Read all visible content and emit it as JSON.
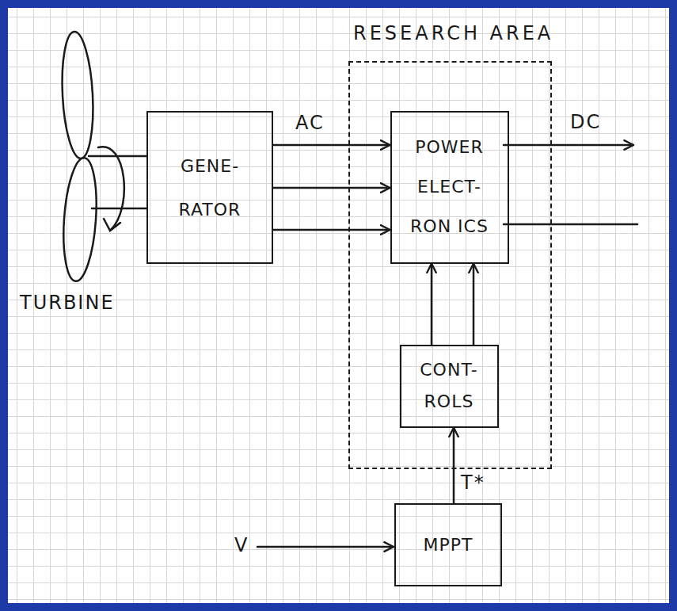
{
  "diagram": {
    "nodes": [
      {
        "text": [
          "GENE- RATOR"
        ]
      },
      {
        "text": [
          "RESEARCH AREA"
        ]
      },
      {
        "text": [
          "POWER ELECT- RON ICS"
        ],
        "in": 1
      },
      {
        "text": [
          "CONT- ROLS"
        ],
        "in": 1
      },
      {
        "text": [
          "MPPT"
        ]
      }
    ],
    "edges": [
      {
        "from": 0,
        "to": 2,
        "arrow": "to",
        "label": "AC"
      },
      {
        "from": 0,
        "to": 2,
        "arrow": "to"
      },
      {
        "from": 0,
        "to": 2,
        "arrow": "to"
      },
      {
        "from": 3,
        "to": 2,
        "arrow": "to"
      },
      {
        "from": 3,
        "to": 2,
        "arrow": "to"
      },
      {
        "from": 4,
        "to": 3,
        "arrow": "to",
        "label": "T*"
      }
    ],
    "labels": [
      "TURBINE",
      "DC",
      "V"
    ]
  }
}
